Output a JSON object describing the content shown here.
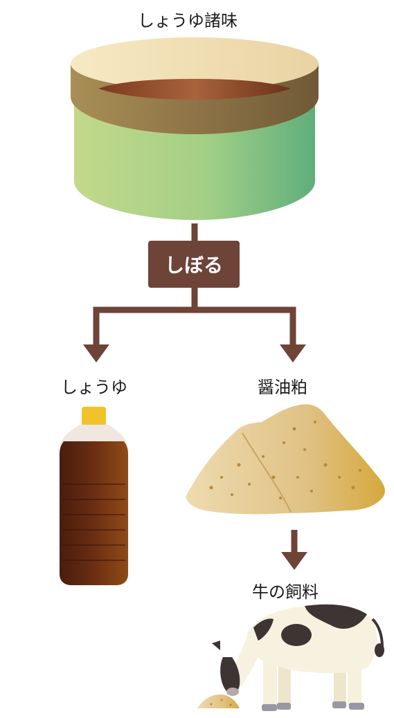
{
  "labels": {
    "moromi": "しょうゆ諸味",
    "press": "しぼる",
    "shoyu": "しょうゆ",
    "kasu": "醤油粕",
    "feed": "牛の飼料"
  },
  "colors": {
    "arrow": "#6e4438",
    "tub_side_light": "#c3d98a",
    "tub_side_dark": "#5fae7c",
    "tub_rim": "#8a6f43",
    "soy_sauce": "#5a2a14",
    "bottle_cap": "#f2c22b",
    "lees": "#e2c68c",
    "cow_patch": "#3d3434"
  },
  "icons": [
    "moromi-tub-icon",
    "soy-sauce-bottle-icon",
    "soy-lees-pile-icon",
    "cow-icon"
  ]
}
